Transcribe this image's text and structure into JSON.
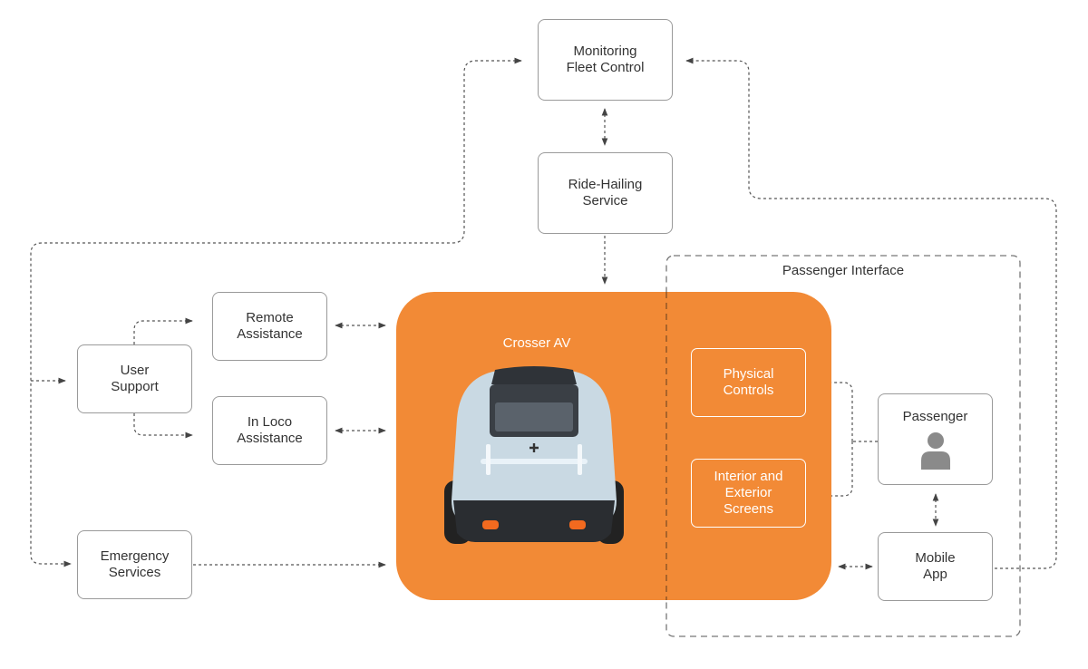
{
  "nodes": {
    "monitoring": "Monitoring\nFleet Control",
    "ride_hailing": "Ride-Hailing\nService",
    "remote_assistance": "Remote\nAssistance",
    "in_loco": "In Loco\nAssistance",
    "user_support": "User\nSupport",
    "emergency": "Emergency\nServices",
    "physical_controls": "Physical\nControls",
    "screens": "Interior and\nExterior\nScreens",
    "passenger": "Passenger",
    "mobile_app": "Mobile\nApp"
  },
  "vehicle": {
    "title": "Crosser AV"
  },
  "groups": {
    "passenger_interface": "Passenger Interface"
  },
  "icons": {
    "car": "autonomous-vehicle-rear-illustration",
    "passenger": "person-icon"
  },
  "colors": {
    "accent": "#f28a36",
    "line": "#555555",
    "border": "#9a9a9a",
    "car_body": "#c9d9e3"
  }
}
